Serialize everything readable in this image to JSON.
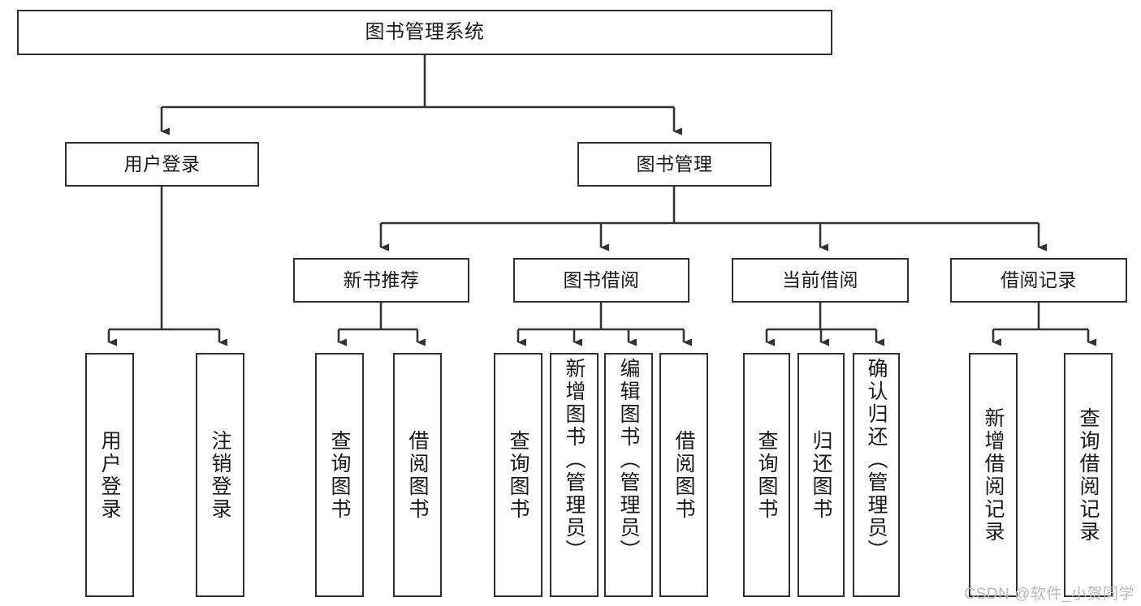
{
  "diagram": {
    "title": "图书管理系统",
    "type": "tree",
    "watermark": "CSDN @软件_小贺同学",
    "colors": {
      "background": "#ffffff",
      "box_border": "#2f2f2f",
      "box_fill": "#ffffff",
      "edge": "#333333",
      "text": "#1a1a1a",
      "watermark": "#b9b9b9"
    },
    "nodes": {
      "root": {
        "label": "图书管理系统"
      },
      "level1": [
        {
          "label": "用户登录"
        },
        {
          "label": "图书管理"
        }
      ],
      "level2": [
        {
          "label": "新书推荐"
        },
        {
          "label": "图书借阅"
        },
        {
          "label": "当前借阅"
        },
        {
          "label": "借阅记录"
        }
      ],
      "leaves_user_login": [
        {
          "label": "用户登录"
        },
        {
          "label": "注销登录"
        }
      ],
      "leaves_new_book": [
        {
          "label": "查询图书"
        },
        {
          "label": "借阅图书"
        }
      ],
      "leaves_borrow": [
        {
          "label": "查询图书"
        },
        {
          "label": "新增图书（管理员）"
        },
        {
          "label": "编辑图书（管理员）"
        },
        {
          "label": "借阅图书"
        }
      ],
      "leaves_current": [
        {
          "label": "查询图书"
        },
        {
          "label": "归还图书"
        },
        {
          "label": "确认归还（管理员）"
        }
      ],
      "leaves_record": [
        {
          "label": "新增借阅记录"
        },
        {
          "label": "查询借阅记录"
        }
      ]
    }
  }
}
